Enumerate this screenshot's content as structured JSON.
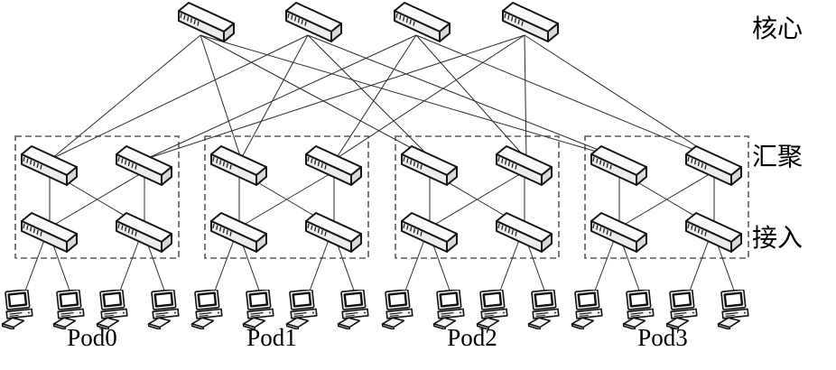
{
  "figure": {
    "type": "fat-tree-network-topology",
    "colors": {
      "background": "#ffffff",
      "link": "#2b2b2b",
      "pod_border": "#5a5a5a",
      "switch_outline": "#151515",
      "switch_top_face": "#fafafa",
      "switch_front_face": "#ececec",
      "switch_end_face": "#d9d9d9",
      "host_fill": "#f4f4f4"
    },
    "layers": [
      {
        "id": "core",
        "label": "核心"
      },
      {
        "id": "aggregation",
        "label": "汇聚"
      },
      {
        "id": "access",
        "label": "接入"
      }
    ],
    "pods": [
      {
        "name": "Pod0"
      },
      {
        "name": "Pod1"
      },
      {
        "name": "Pod2"
      },
      {
        "name": "Pod3"
      }
    ],
    "topology": {
      "core_switch_count": 4,
      "pod_count": 4,
      "aggregation_switches_per_pod": 2,
      "access_switches_per_pod": 2,
      "hosts_per_access_switch": 2,
      "hosts_per_pod": 4,
      "left_agg_uplink_core_indices": [
        0,
        1
      ],
      "right_agg_uplink_core_indices": [
        2,
        3
      ],
      "agg_to_access": "full-mesh-within-pod",
      "icons": [
        "switch-icon",
        "host-icon"
      ]
    }
  }
}
